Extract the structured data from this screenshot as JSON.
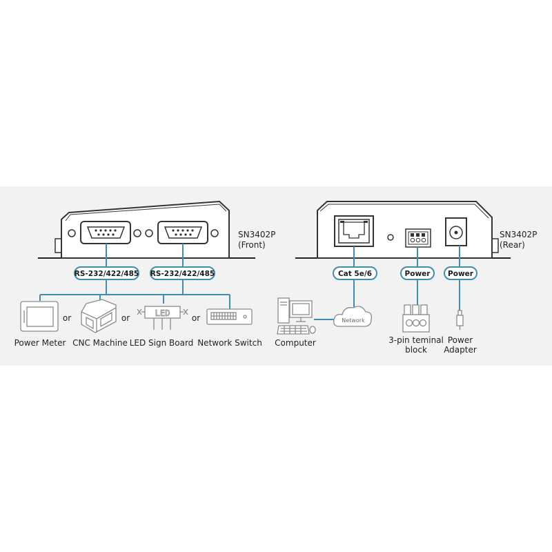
{
  "front": {
    "model": "SN3402P",
    "view": "(Front)",
    "port_label_1": "RS-232/422/485",
    "port_label_2": "RS-232/422/485",
    "devices": [
      "Power Meter",
      "CNC Machine",
      "LED Sign Board",
      "Network Switch"
    ],
    "or_text": "or",
    "led_text": "LED"
  },
  "rear": {
    "model": "SN3402P",
    "view": "(Rear)",
    "lan_label": "Cat 5e/6",
    "power_label_1": "Power",
    "power_label_2": "Power",
    "network_text": "Network",
    "computer_label": "Computer",
    "terminal_label_1": "3-pin teminal",
    "terminal_label_2": "block",
    "adapter_label_1": "Power",
    "adapter_label_2": "Adapter"
  },
  "colors": {
    "line": "#3d8db5",
    "device": "#333333",
    "icon_stroke": "#8a8a8a",
    "background_band": "#f2f2f2"
  }
}
